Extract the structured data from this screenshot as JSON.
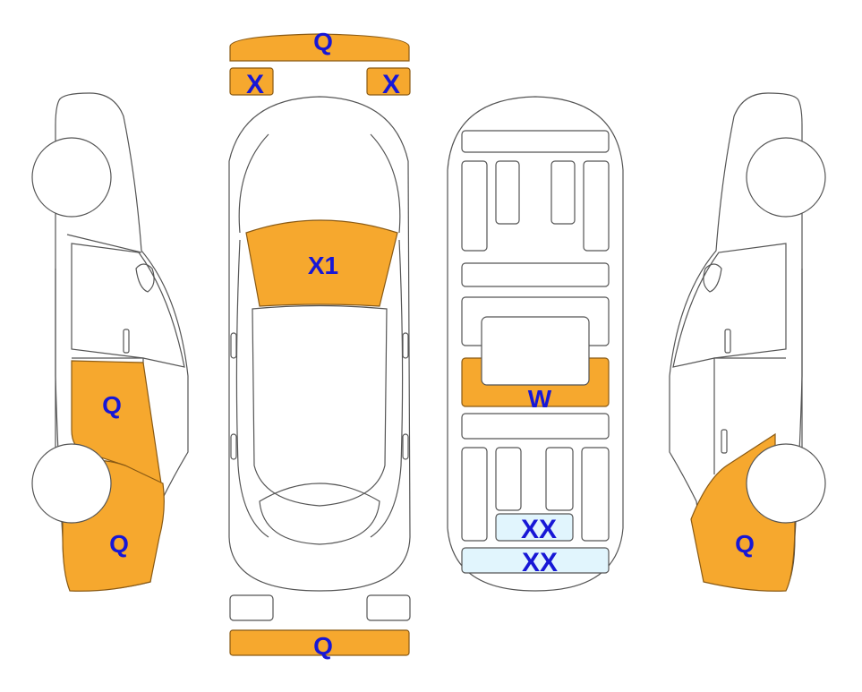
{
  "colors": {
    "damage_fill": "#F6A82E",
    "damage_stroke": "#8A5A14",
    "minor_fill": "#E1F5FD",
    "outline": "#555555",
    "label": "#1717D6",
    "background": "#FFFFFF"
  },
  "labels": {
    "front_bumper": "Q",
    "headlight_left": "X",
    "headlight_right": "X",
    "windshield": "X1",
    "rear_bumper": "Q",
    "underbody_center": "W",
    "underbody_rear_1": "XX",
    "underbody_rear_2": "XX",
    "left_side_door": "Q",
    "left_side_quarter": "Q",
    "right_side_quarter": "Q"
  }
}
